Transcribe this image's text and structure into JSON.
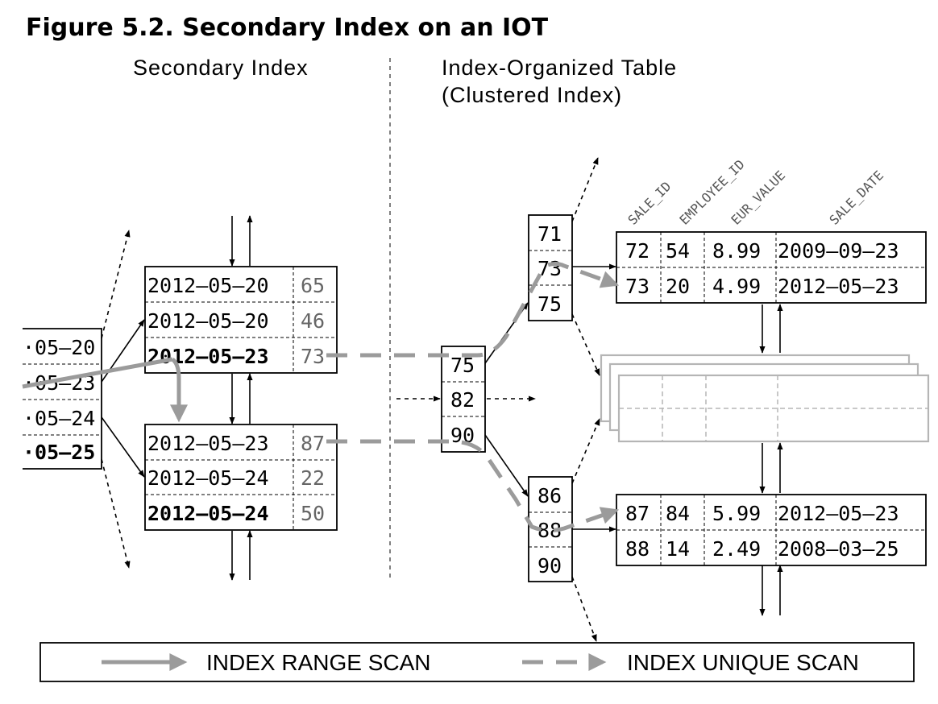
{
  "figure_title": "Figure 5.2. Secondary Index on an IOT",
  "headers": {
    "secondary_index": "Secondary Index",
    "iot_line1": "Index-Organized Table",
    "iot_line2": "(Clustered Index)"
  },
  "column_headers": [
    "SALE_ID",
    "EMPLOYEE_ID",
    "EUR_VALUE",
    "SALE_DATE"
  ],
  "secondary_branch": [
    "·05–20",
    "·05–23",
    "·05–24",
    "·05–25"
  ],
  "secondary_leaf_top": [
    {
      "key": "2012–05–20",
      "ref": "65"
    },
    {
      "key": "2012–05–20",
      "ref": "46"
    },
    {
      "key": "2012–05–23",
      "ref": "73"
    }
  ],
  "secondary_leaf_bottom": [
    {
      "key": "2012–05–23",
      "ref": "87"
    },
    {
      "key": "2012–05–24",
      "ref": "22"
    },
    {
      "key": "2012–05–24",
      "ref": "50"
    }
  ],
  "iot_root": [
    "75",
    "82",
    "90"
  ],
  "iot_branch_top": [
    "71",
    "73",
    "75"
  ],
  "iot_branch_bottom": [
    "86",
    "88",
    "90"
  ],
  "iot_rows_top": [
    [
      "72",
      "54",
      "8.99",
      "2009–09–23"
    ],
    [
      "73",
      "20",
      "4.99",
      "2012–05–23"
    ]
  ],
  "iot_rows_bottom": [
    [
      "87",
      "84",
      "5.99",
      "2012–05–23"
    ],
    [
      "88",
      "14",
      "2.49",
      "2008–03–25"
    ]
  ],
  "legend": {
    "range_scan": "INDEX RANGE SCAN",
    "unique_scan": "INDEX UNIQUE SCAN"
  },
  "colors": {
    "highlight_row": "#e6e6e6",
    "scan_path": "#9b9b9b",
    "ghost_table": "#b5b5b5"
  }
}
